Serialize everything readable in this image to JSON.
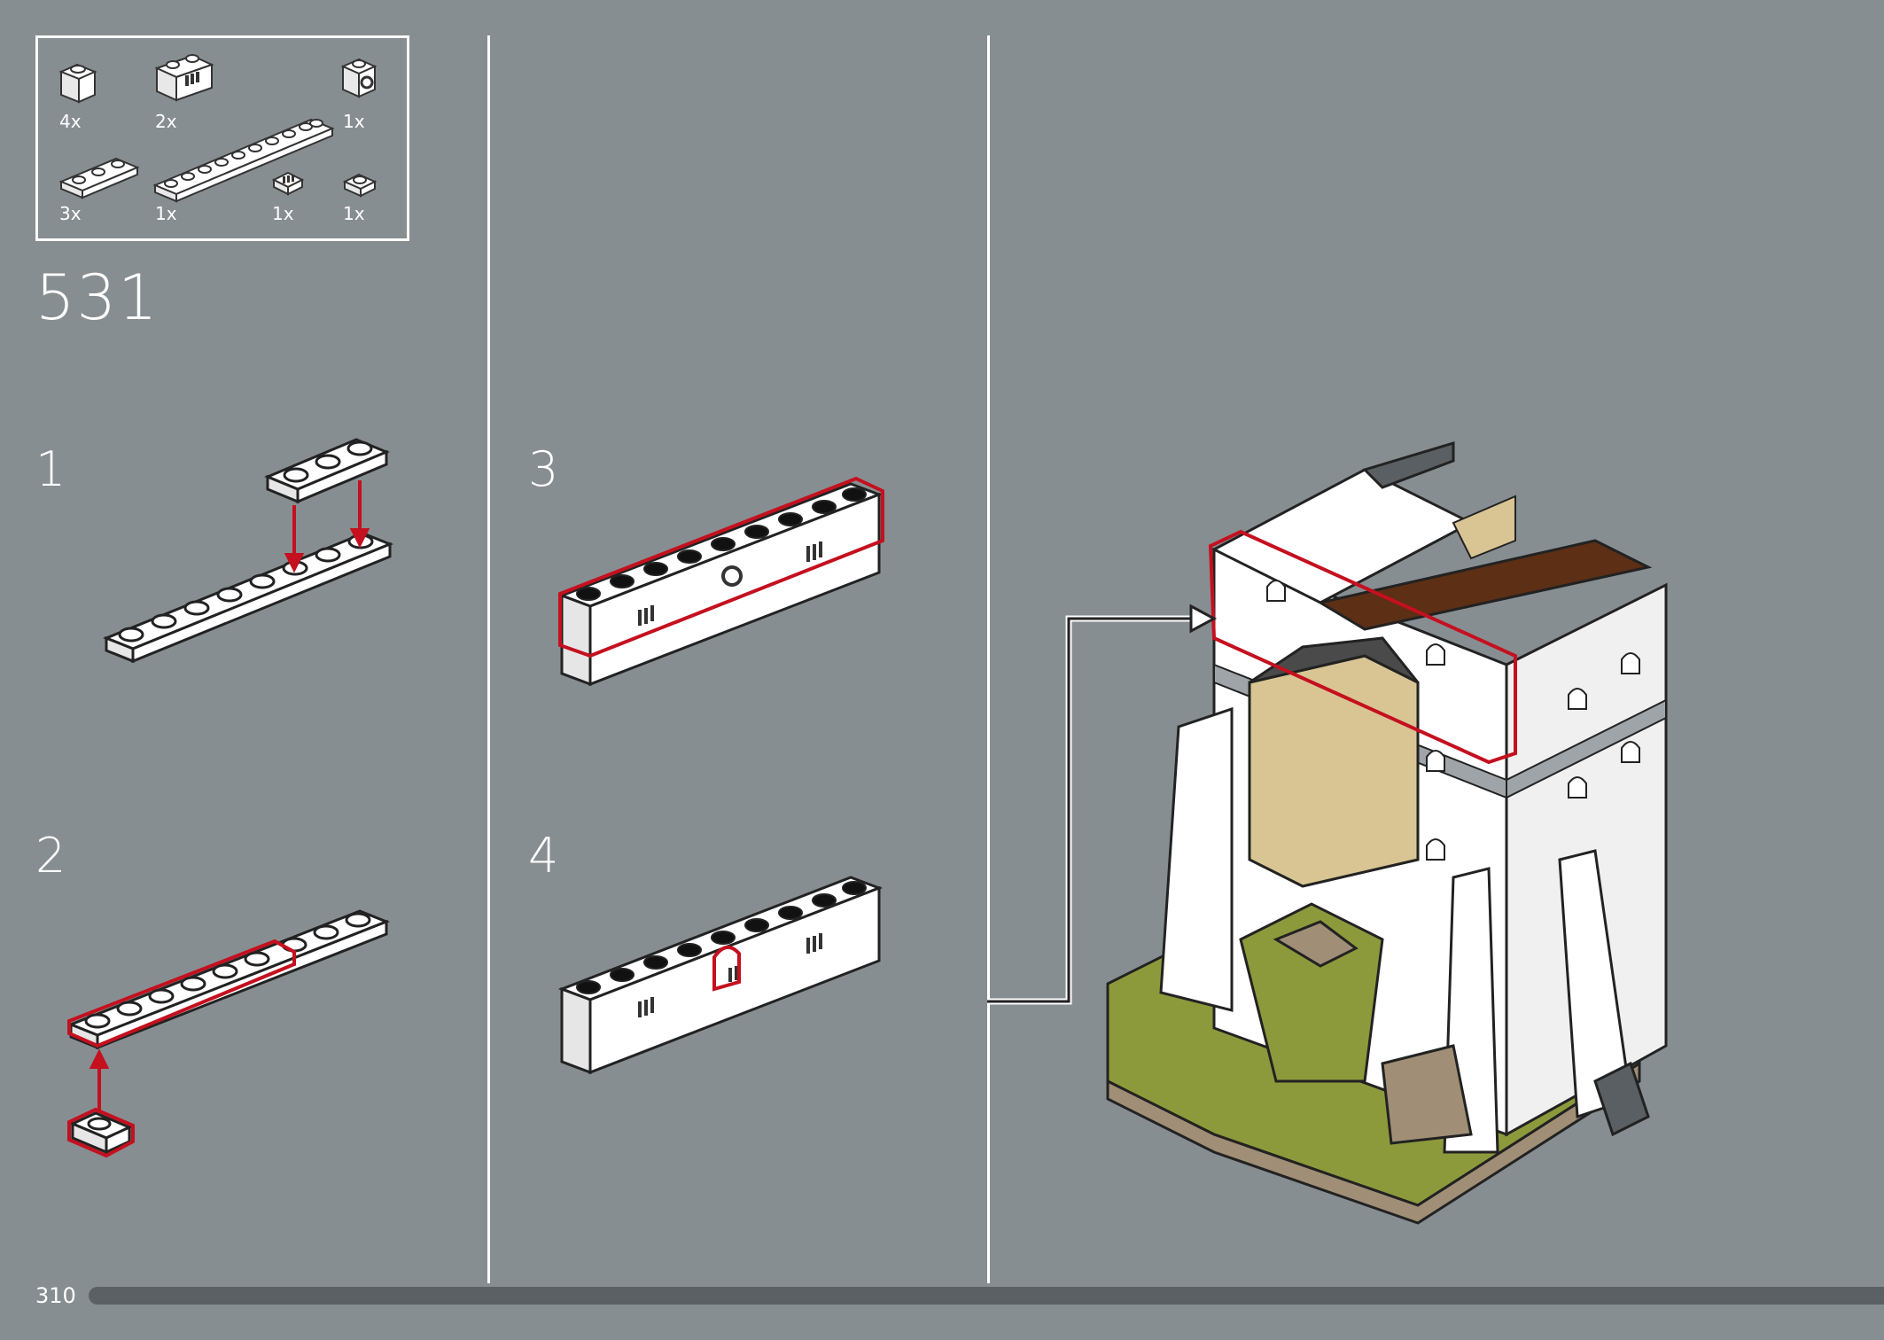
{
  "parts": [
    {
      "qty": "4x",
      "icon": "brick-1x1-white-icon"
    },
    {
      "qty": "2x",
      "icon": "brick-1x2-window-white-icon"
    },
    {
      "qty": "1x",
      "icon": "brick-1x1-clip-white-icon"
    },
    {
      "qty": "3x",
      "icon": "plate-1x3-white-icon"
    },
    {
      "qty": "1x",
      "icon": "plate-1x10-white-icon"
    },
    {
      "qty": "1x",
      "icon": "tile-1x1-round-white-icon"
    },
    {
      "qty": "1x",
      "icon": "plate-1x1-white-icon"
    }
  ],
  "step_number": "531",
  "substeps": [
    "1",
    "2",
    "3",
    "4"
  ],
  "page_number": "310",
  "colors": {
    "background": "#878e92",
    "highlight": "#c4101f",
    "brick": "#ffffff",
    "tan": "#d9c593",
    "brown": "#5d2f14",
    "olive": "#8d9a3c",
    "dark_tan": "#a08f76",
    "dark_gray": "#5a5f63"
  }
}
